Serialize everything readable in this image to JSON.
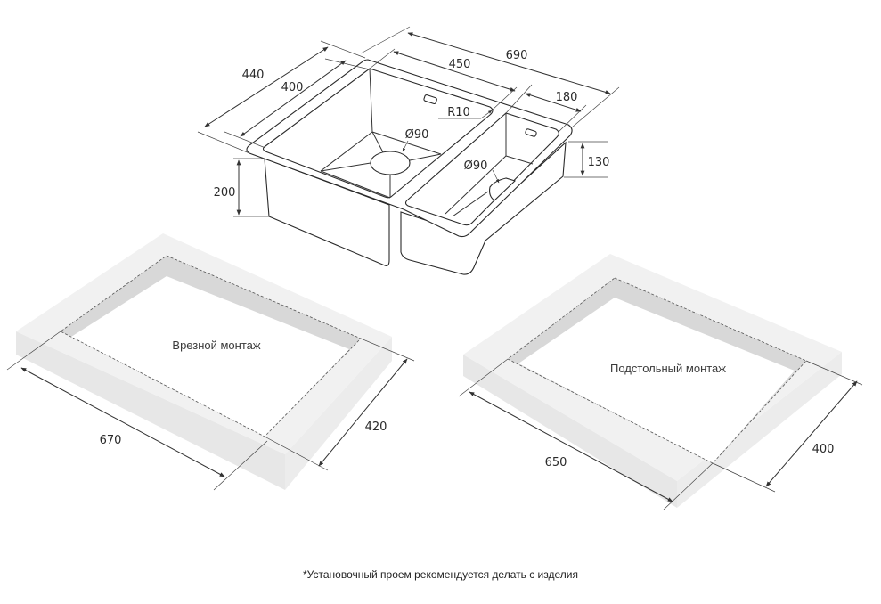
{
  "sink": {
    "dimensions": {
      "overall_width": "690",
      "main_bowl_width": "450",
      "small_bowl_width": "180",
      "overall_depth": "440",
      "bowl_depth": "400",
      "main_bowl_height": "200",
      "small_bowl_height": "130",
      "corner_radius": "R10",
      "main_drain": "Ø90",
      "small_drain": "Ø90"
    }
  },
  "mounting": {
    "flush": {
      "label": "Врезной монтаж",
      "width": "670",
      "depth": "420"
    },
    "undermount": {
      "label": "Подстольный монтаж",
      "width": "650",
      "depth": "400"
    }
  },
  "footnote": "*Установочный проем рекомендуется делать с изделия",
  "colors": {
    "countertop_top": "#efefef",
    "countertop_side": "#e6e6e6",
    "cutout_shade": "#d6d6d6",
    "line": "#333333"
  }
}
